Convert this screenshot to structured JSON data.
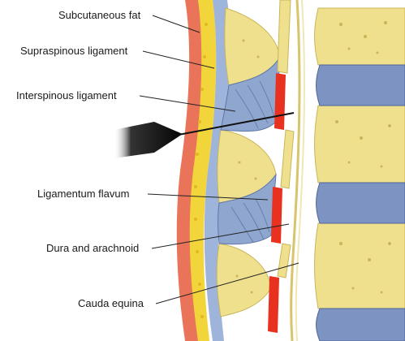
{
  "labels": {
    "subcutaneous_fat": "Subcutaneous fat",
    "supraspinous_ligament": "Supraspinous ligament",
    "interspinous_ligament": "Interspinous ligament",
    "ligamentum_flavum": "Ligamentum flavum",
    "dura_and_arachnoid": "Dura and arachnoid",
    "cauda_equina": "Cauda equina"
  },
  "colors": {
    "skin": "#e9745a",
    "fat": "#f2d53a",
    "bone": "#efe08e",
    "ligament": "#8fa6cf",
    "flavum": "#e8321f",
    "disc": "#7d93c2",
    "needle": "#111111"
  }
}
